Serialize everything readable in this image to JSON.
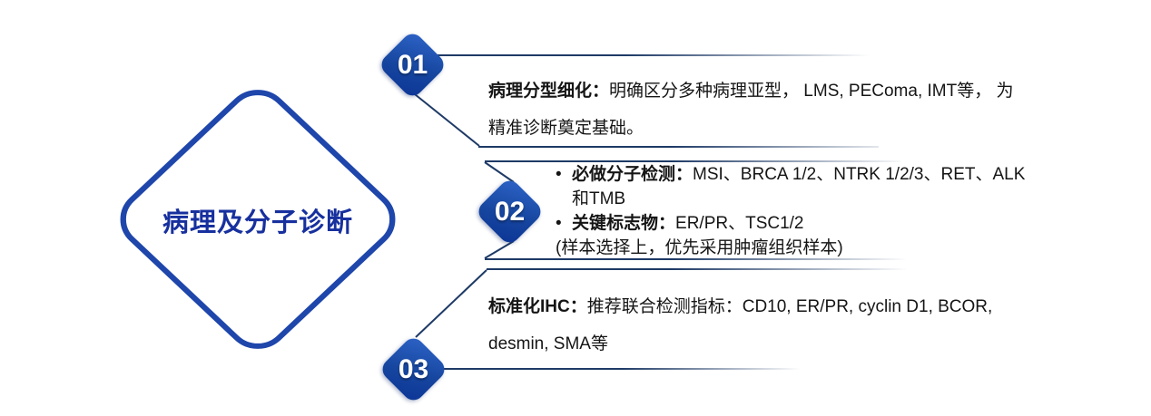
{
  "title": {
    "text": "病理及分子诊断"
  },
  "steps": [
    {
      "number": "01",
      "line1_lead": "病理分型细化：",
      "line1_text": "明确区分多种病理亚型， LMS, PEComa, IMT等， 为",
      "line2_text": "精准诊断奠定基础。"
    },
    {
      "number": "02",
      "bullet1_lead": "必做分子检测：",
      "bullet1_text": "MSI、BRCA 1/2、NTRK 1/2/3、RET、ALK",
      "bullet1_text2": "和TMB",
      "bullet2_lead": "关键标志物：",
      "bullet2_text": "ER/PR、TSC1/2",
      "note": "(样本选择上，优先采用肿瘤组织样本)"
    },
    {
      "number": "03",
      "line1_lead": "标准化IHC：",
      "line1_text": "推荐联合检测指标：CD10, ER/PR, cyclin D1, BCOR,",
      "line2_text": "desmin, SMA等"
    }
  ],
  "icons": {
    "bullet": "•"
  },
  "colors": {
    "badge_gradient_from": "#2e64c8",
    "badge_gradient_to": "#0c3596",
    "connector_line": "#1e3a66",
    "diamond_border": "#1e46ab",
    "title_text": "#17309e",
    "body_text": "#151515",
    "badge_number_text": "#ffffff"
  }
}
